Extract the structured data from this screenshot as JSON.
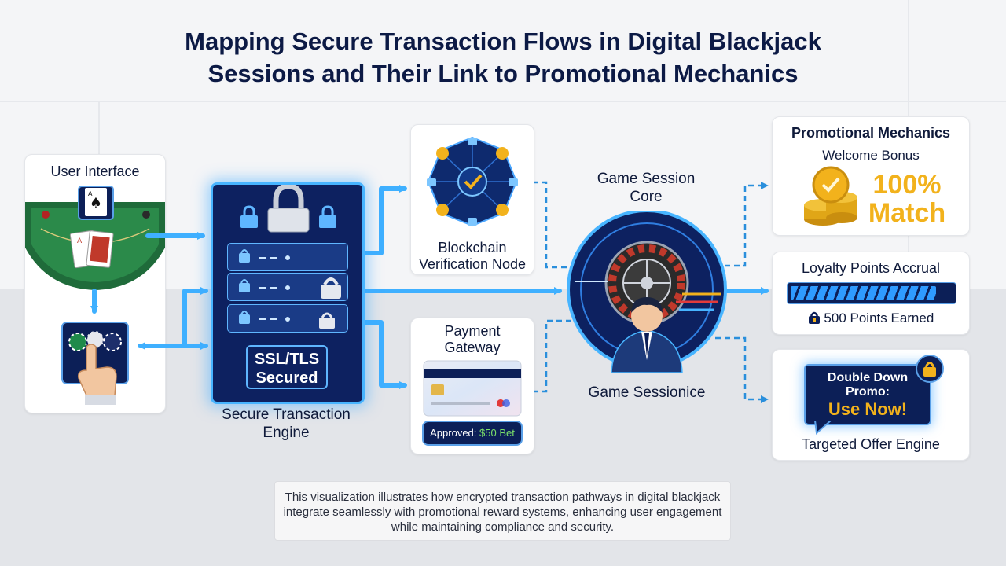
{
  "title_lines": [
    "Mapping Secure Transaction Flows in Digital Blackjack",
    "Sessions and Their Link to Promotional Mechanics"
  ],
  "user_interface": {
    "label": "User Interface"
  },
  "engine": {
    "badge": "SSL/TLS Secured",
    "caption": "Secure Transaction Engine"
  },
  "blockchain": {
    "caption": "Blockchain Verification Node"
  },
  "payment": {
    "caption": "Payment Gateway",
    "status_prefix": "Approved:",
    "status_value": "$50 Bet"
  },
  "game_core": {
    "top_caption": "Game Session Core",
    "bottom_caption": "Game Sessionice"
  },
  "promo_panel": {
    "title": "Promotional Mechanics",
    "subtitle": "Welcome Bonus",
    "offer_line1": "100%",
    "offer_line2": "Match"
  },
  "loyalty_panel": {
    "title": "Loyalty Points Accrual",
    "points_text": "500 Points Earned",
    "progress": 0.9
  },
  "targeted_panel": {
    "bubble_line1": "Double Down",
    "bubble_line2": "Promo:",
    "cta": "Use Now!",
    "caption": "Targeted Offer Engine"
  },
  "footer_text": "This visualization illustrates how encrypted transaction pathways in digital blackjack integrate seamlessly with promotional reward systems, enhancing user engagement while maintaining compliance and security.",
  "colors": {
    "navy": "#0c1f57",
    "flow": "#3fb0ff",
    "gold": "#f2b21c",
    "green_felt": "#1f6b3a",
    "approved": "#7be06a"
  },
  "icons": [
    "padlock-icon",
    "card-icon",
    "chip-icon",
    "hand-icon",
    "coin-icon",
    "dealer-icon",
    "roulette-icon",
    "credit-card-icon"
  ]
}
